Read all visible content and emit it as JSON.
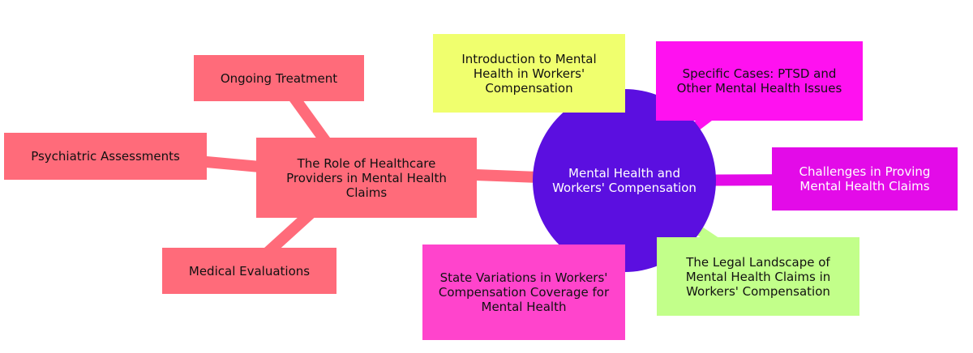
{
  "colors": {
    "center": "#5b0fe0",
    "left_branch": "#ff6b7a",
    "intro": "#f0ff6e",
    "specific_cases": "#ff11f0",
    "challenges": "#e30be8",
    "legal": "#c2ff8a",
    "state": "#ff44cc"
  },
  "center": {
    "label": "Mental Health and Workers' Compensation"
  },
  "nodes": {
    "intro": {
      "label": "Introduction to Mental Health in Workers' Compensation"
    },
    "specific_cases": {
      "label": "Specific Cases: PTSD and Other Mental Health Issues"
    },
    "challenges": {
      "label": "Challenges in Proving Mental Health Claims"
    },
    "legal": {
      "label": "The Legal Landscape of Mental Health Claims in Workers' Compensation"
    },
    "state": {
      "label": "State Variations in Workers' Compensation Coverage for Mental Health"
    },
    "healthcare": {
      "label": "The Role of Healthcare Providers in Mental Health Claims"
    },
    "ongoing": {
      "label": "Ongoing Treatment"
    },
    "psychiatric": {
      "label": "Psychiatric Assessments"
    },
    "medical": {
      "label": "Medical Evaluations"
    }
  }
}
